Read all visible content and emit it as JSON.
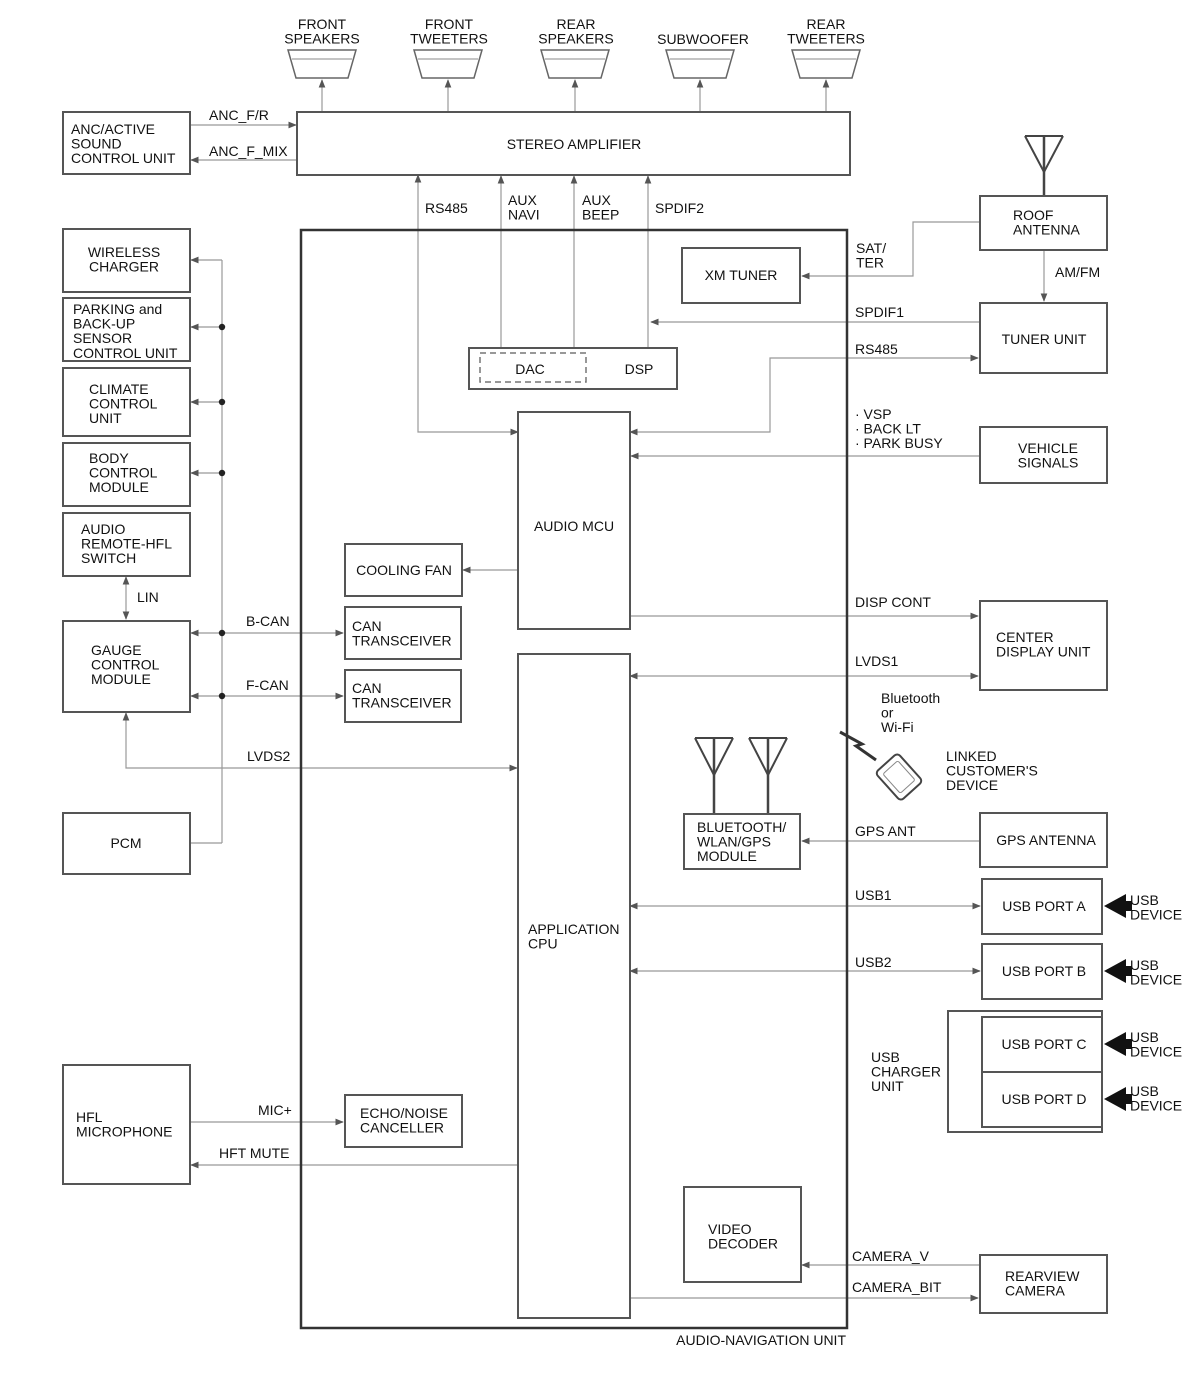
{
  "speakers": [
    {
      "id": "front-speakers",
      "lines": [
        "FRONT",
        "SPEAKERS"
      ]
    },
    {
      "id": "front-tweeters",
      "lines": [
        "FRONT",
        "TWEETERS"
      ]
    },
    {
      "id": "rear-speakers",
      "lines": [
        "REAR",
        "SPEAKERS"
      ]
    },
    {
      "id": "subwoofer",
      "lines": [
        "SUBWOOFER"
      ]
    },
    {
      "id": "rear-tweeters",
      "lines": [
        "REAR",
        "TWEETERS"
      ]
    }
  ],
  "boxes": {
    "stereo_amplifier": [
      "STEREO AMPLIFIER"
    ],
    "anc_unit": [
      "ANC/ACTIVE",
      "SOUND",
      "CONTROL UNIT"
    ],
    "wireless_charger": [
      "WIRELESS",
      "CHARGER"
    ],
    "parking_sensor": [
      "PARKING and",
      "BACK-UP",
      "SENSOR",
      "CONTROL UNIT"
    ],
    "climate_control": [
      "CLIMATE",
      "CONTROL",
      "UNIT"
    ],
    "body_control": [
      "BODY",
      "CONTROL",
      "MODULE"
    ],
    "audio_remote": [
      "AUDIO",
      "REMOTE-HFL",
      "SWITCH"
    ],
    "gauge_control": [
      "GAUGE",
      "CONTROL",
      "MODULE"
    ],
    "pcm": [
      "PCM"
    ],
    "hfl_microphone": [
      "HFL",
      "MICROPHONE"
    ],
    "roof_antenna": [
      "ROOF",
      "ANTENNA"
    ],
    "tuner_unit": [
      "TUNER UNIT"
    ],
    "vehicle_signals": [
      "VEHICLE",
      "SIGNALS"
    ],
    "center_display": [
      "CENTER",
      "DISPLAY UNIT"
    ],
    "gps_antenna": [
      "GPS ANTENNA"
    ],
    "usb_port_a": [
      "USB PORT A"
    ],
    "usb_port_b": [
      "USB PORT B"
    ],
    "usb_port_c": [
      "USB PORT C"
    ],
    "usb_port_d": [
      "USB PORT D"
    ],
    "rearview_camera": [
      "REARVIEW",
      "CAMERA"
    ],
    "xm_tuner": [
      "XM TUNER"
    ],
    "dac": [
      "DAC"
    ],
    "dsp": [
      "DSP"
    ],
    "audio_mcu": [
      "AUDIO MCU"
    ],
    "cooling_fan": [
      "COOLING FAN"
    ],
    "can_transceiver_b": [
      "CAN",
      "TRANSCEIVER"
    ],
    "can_transceiver_f": [
      "CAN",
      "TRANSCEIVER"
    ],
    "application_cpu": [
      "APPLICATION",
      "CPU"
    ],
    "bluetooth_module": [
      "BLUETOOTH/",
      "WLAN/GPS",
      "MODULE"
    ],
    "echo_canceller": [
      "ECHO/NOISE",
      "CANCELLER"
    ],
    "video_decoder": [
      "VIDEO",
      "DECODER"
    ]
  },
  "signals": {
    "anc_f_r": [
      "ANC_F/R"
    ],
    "anc_f_mix": [
      "ANC_F_MIX"
    ],
    "rs485_amp": [
      "RS485"
    ],
    "aux_navi": [
      "AUX",
      "NAVI"
    ],
    "aux_beep": [
      "AUX",
      "BEEP"
    ],
    "spdif2": [
      "SPDIF2"
    ],
    "sat_ter": [
      "SAT/",
      "TER"
    ],
    "am_fm": [
      "AM/FM"
    ],
    "spdif1": [
      "SPDIF1"
    ],
    "rs485_tuner": [
      "RS485"
    ],
    "vehicle_inputs": [
      "· VSP",
      "· BACK LT",
      "· PARK BUSY"
    ],
    "disp_cont": [
      "DISP CONT"
    ],
    "lvds1": [
      "LVDS1"
    ],
    "wireless_link": [
      "Bluetooth",
      "or",
      "Wi-Fi"
    ],
    "gps_ant": [
      "GPS ANT"
    ],
    "usb1": [
      "USB1"
    ],
    "usb2": [
      "USB2"
    ],
    "lin": [
      "LIN"
    ],
    "b_can": [
      "B-CAN"
    ],
    "f_can": [
      "F-CAN"
    ],
    "lvds2": [
      "LVDS2"
    ],
    "mic_plus": [
      "MIC+"
    ],
    "hft_mute": [
      "HFT MUTE"
    ],
    "camera_v": [
      "CAMERA_V"
    ],
    "camera_bit": [
      "CAMERA_BIT"
    ]
  },
  "linked_device": [
    "LINKED",
    "CUSTOMER'S",
    "DEVICE"
  ],
  "usb_charger_unit": [
    "USB",
    "CHARGER",
    "UNIT"
  ],
  "usb_device": [
    "USB",
    "DEVICE"
  ],
  "unit_caption": "AUDIO-NAVIGATION UNIT"
}
